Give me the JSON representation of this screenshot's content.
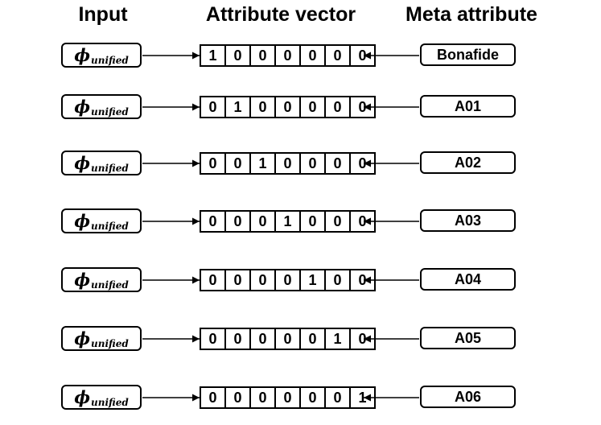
{
  "headers": {
    "input": "Input",
    "vector": "Attribute vector",
    "meta": "Meta attribute"
  },
  "input_symbol": "ϕ",
  "input_subscript": "unified",
  "rows": [
    {
      "meta": "Bonafide",
      "vector": [
        "1",
        "0",
        "0",
        "0",
        "0",
        "0",
        "0"
      ]
    },
    {
      "meta": "A01",
      "vector": [
        "0",
        "1",
        "0",
        "0",
        "0",
        "0",
        "0"
      ]
    },
    {
      "meta": "A02",
      "vector": [
        "0",
        "0",
        "1",
        "0",
        "0",
        "0",
        "0"
      ]
    },
    {
      "meta": "A03",
      "vector": [
        "0",
        "0",
        "0",
        "1",
        "0",
        "0",
        "0"
      ]
    },
    {
      "meta": "A04",
      "vector": [
        "0",
        "0",
        "0",
        "0",
        "1",
        "0",
        "0"
      ]
    },
    {
      "meta": "A05",
      "vector": [
        "0",
        "0",
        "0",
        "0",
        "0",
        "1",
        "0"
      ]
    },
    {
      "meta": "A06",
      "vector": [
        "0",
        "0",
        "0",
        "0",
        "0",
        "0",
        "1"
      ]
    }
  ]
}
